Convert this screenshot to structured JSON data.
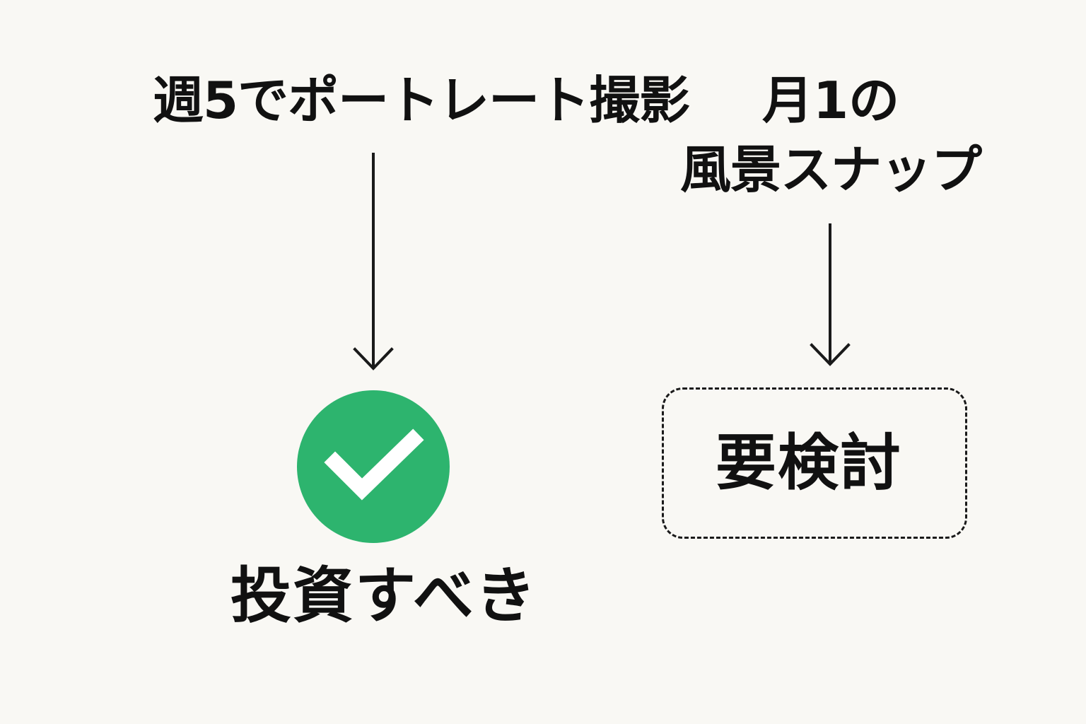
{
  "left_branch": {
    "source_label": "週5でポートレート撮影",
    "result_label": "投資すべき",
    "result_icon": "check-circle-icon",
    "result_icon_color": "#2db46e"
  },
  "right_branch": {
    "source_label_line1": "月1の",
    "source_label_line2": "風景スナップ",
    "result_label": "要検討"
  },
  "colors": {
    "background": "#f9f8f4",
    "text": "#111111",
    "arrow": "#1a1a1a"
  }
}
